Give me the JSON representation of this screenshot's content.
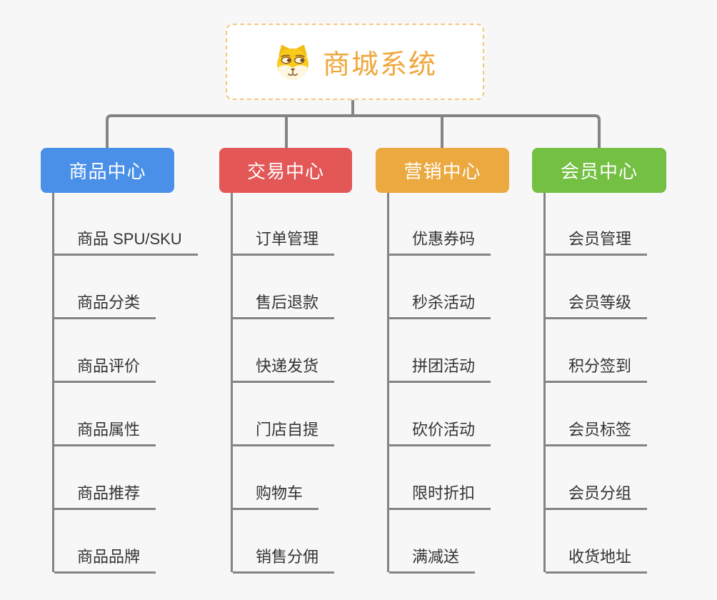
{
  "root": {
    "title": "商城系统",
    "icon": "dog-face-icon"
  },
  "branches": [
    {
      "label": "商品中心",
      "color": "#4a90e8",
      "children": [
        "商品 SPU/SKU",
        "商品分类",
        "商品评价",
        "商品属性",
        "商品推荐",
        "商品品牌"
      ]
    },
    {
      "label": "交易中心",
      "color": "#e35757",
      "children": [
        "订单管理",
        "售后退款",
        "快递发货",
        "门店自提",
        "购物车",
        "销售分佣"
      ]
    },
    {
      "label": "营销中心",
      "color": "#eba93f",
      "children": [
        "优惠券码",
        "秒杀活动",
        "拼团活动",
        "砍价活动",
        "限时折扣",
        "满减送"
      ]
    },
    {
      "label": "会员中心",
      "color": "#73c043",
      "children": [
        "会员管理",
        "会员等级",
        "积分签到",
        "会员标签",
        "会员分组",
        "收货地址"
      ]
    }
  ],
  "colors": {
    "background": "#f7f7f7",
    "root_accent": "#f0a73b",
    "root_border": "#f4c87e",
    "connector_line": "#848484",
    "child_text": "#333333"
  }
}
